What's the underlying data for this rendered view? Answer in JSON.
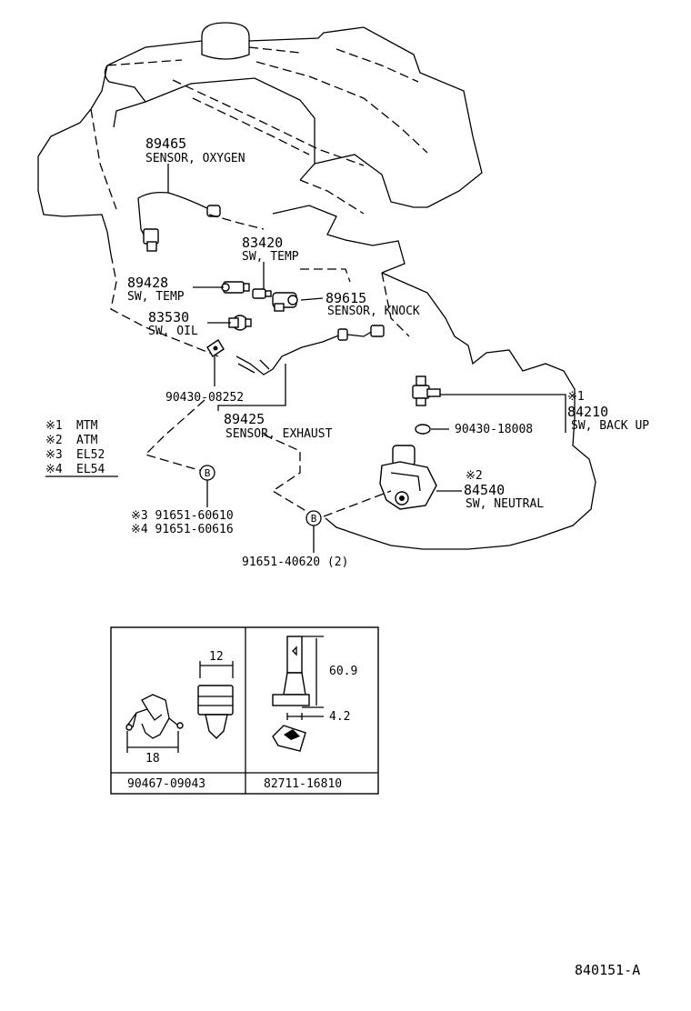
{
  "parts": {
    "oxygen_sensor": {
      "number": "89465",
      "name": "SENSOR, OXYGEN"
    },
    "temp_sw_top": {
      "number": "83420",
      "name": "SW, TEMP"
    },
    "temp_sw_left": {
      "number": "89428",
      "name": "SW, TEMP"
    },
    "knock_sensor": {
      "number": "89615",
      "name": "SENSOR, KNOCK"
    },
    "oil_sw": {
      "number": "83530",
      "name": "SW, OIL"
    },
    "gasket_oil": {
      "number": "90430-08252"
    },
    "exhaust_sensor": {
      "number": "89425",
      "name": "SENSOR, EXHAUST"
    },
    "backup_sw": {
      "mark": "※1",
      "number": "84210",
      "name": "SW, BACK UP"
    },
    "gasket_backup": {
      "number": "90430-18008"
    },
    "neutral_sw": {
      "mark": "※2",
      "number": "84540",
      "name": "SW, NEUTRAL"
    },
    "bolt_a": {
      "line1": "※3 91651-60610",
      "line2": "※4 91651-60616"
    },
    "bolt_b": {
      "number": "91651-40620 (2)"
    }
  },
  "callout_letter": "B",
  "legend": [
    {
      "mark": "※1",
      "text": "MTM"
    },
    {
      "mark": "※2",
      "text": "ATM"
    },
    {
      "mark": "※3",
      "text": "EL52"
    },
    {
      "mark": "※4",
      "text": "EL54"
    }
  ],
  "inset": {
    "left": {
      "part": "90467-09043",
      "dim_top": "12",
      "dim_bottom": "18"
    },
    "right": {
      "part": "82711-16810",
      "dim_height": "60.9",
      "dim_width": "4.2"
    }
  },
  "diagram_id": "840151-A"
}
